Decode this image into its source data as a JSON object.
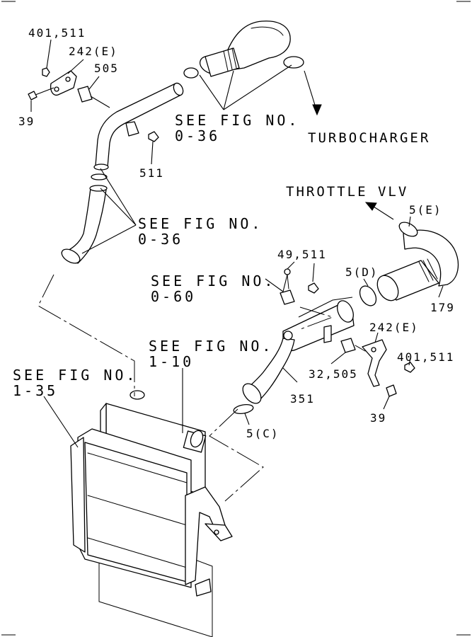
{
  "labels": {
    "l_401_511_top": "401,511",
    "l_242e_top": "242(E)",
    "l_505_top": "505",
    "l_39_top": "39",
    "l_511": "511",
    "l_49_511": "49,511",
    "l_5e": "5(E)",
    "l_5d": "5(D)",
    "l_179": "179",
    "l_242e_right": "242(E)",
    "l_401_511_right": "401,511",
    "l_32_505": "32,505",
    "l_351": "351",
    "l_39_right": "39",
    "l_5c": "5(C)"
  },
  "references": {
    "fig_036_upper_a": "SEE FIG NO.",
    "fig_036_upper_b": "0-36",
    "fig_036_lower_a": "SEE FIG NO.",
    "fig_036_lower_b": "0-36",
    "fig_060_a": "SEE FIG NO.",
    "fig_060_b": "0-60",
    "fig_110_a": "SEE FIG NO.",
    "fig_110_b": "1-10",
    "fig_135_a": "SEE FIG NO.",
    "fig_135_b": "1-35"
  },
  "destinations": {
    "turbocharger": "TURBOCHARGER",
    "throttle_valve": "THROTTLE VLV"
  },
  "colors": {
    "line": "#000000",
    "background": "#ffffff"
  }
}
